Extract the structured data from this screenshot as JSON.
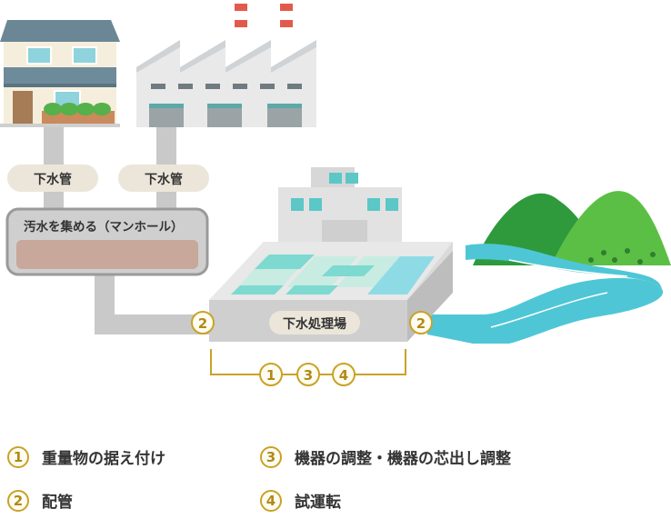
{
  "labels": {
    "pipe_left": "下水管",
    "pipe_right": "下水管",
    "manhole": "汚水を集める（マンホール）",
    "plant": "下水処理場"
  },
  "markers": {
    "left_pipe": "2",
    "right_pipe": "2",
    "under": [
      "1",
      "3",
      "4"
    ]
  },
  "legend": [
    {
      "num": "1",
      "text": "重量物の据え付け"
    },
    {
      "num": "2",
      "text": "配管"
    },
    {
      "num": "3",
      "text": "機器の調整・機器の芯出し調整"
    },
    {
      "num": "4",
      "text": "試運転"
    }
  ],
  "colors": {
    "marker_border": "#c9a227",
    "water": "#4fc6d6",
    "mountain_dark": "#2e9a3c",
    "mountain_light": "#5cbf45"
  }
}
